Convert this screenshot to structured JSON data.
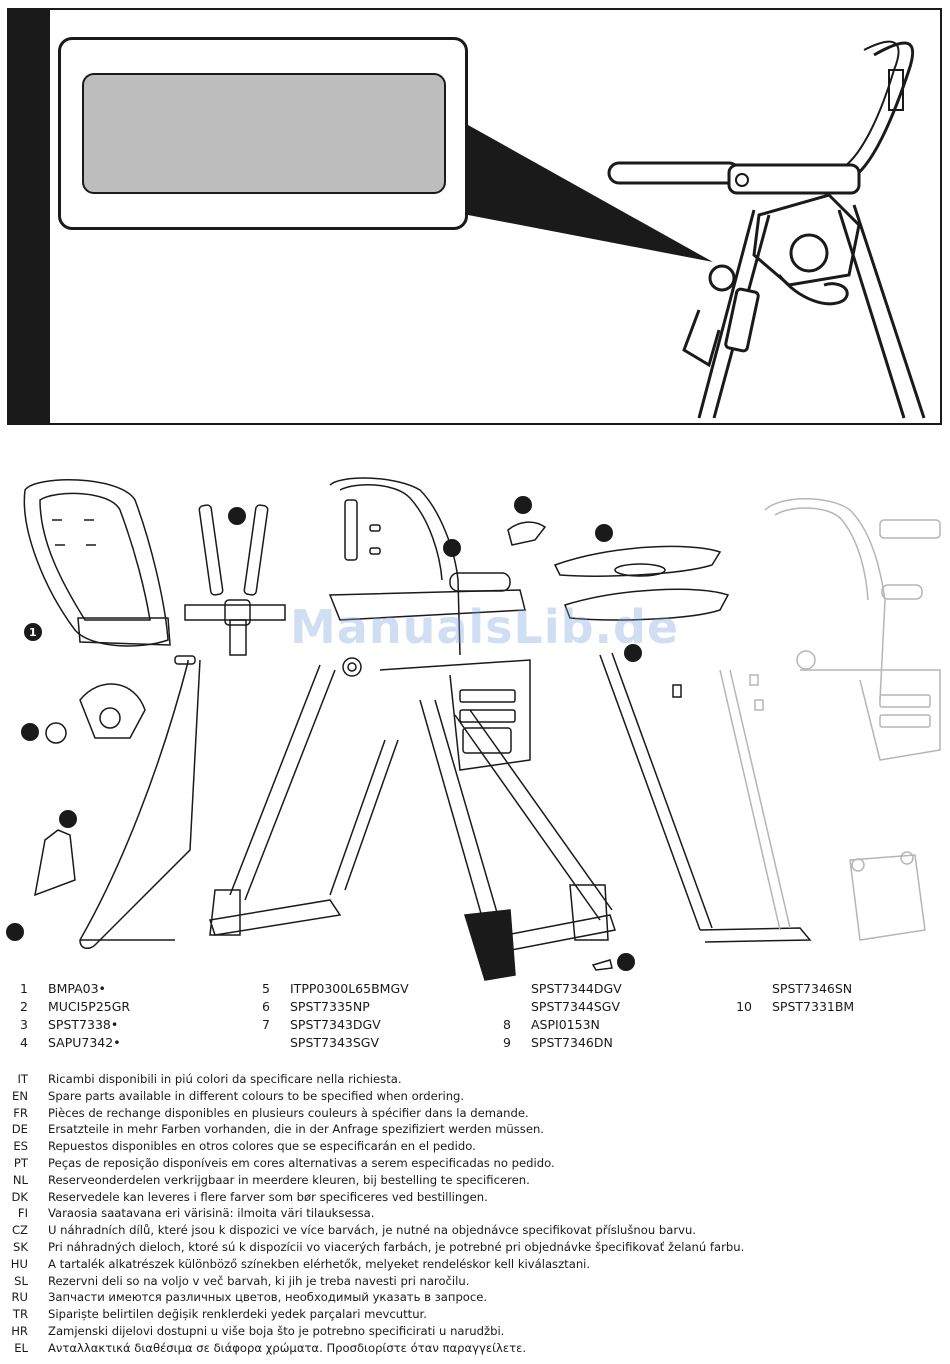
{
  "parts": [
    {
      "num": "1",
      "code": "BMPA03•"
    },
    {
      "num": "2",
      "code": "MUCI5P25GR"
    },
    {
      "num": "3",
      "code": "SPST7338•"
    },
    {
      "num": "4",
      "code": "SAPU7342•"
    },
    {
      "num": "5",
      "code": "ITPP0300L65BMGV"
    },
    {
      "num": "6",
      "code": "SPST7335NP"
    },
    {
      "num": "7",
      "code": "SPST7343DGV"
    },
    {
      "num": "",
      "code": "SPST7343SGV"
    },
    {
      "num": "",
      "code": "SPST7344DGV"
    },
    {
      "num": "",
      "code": "SPST7344SGV"
    },
    {
      "num": "8",
      "code": "ASPI0153N"
    },
    {
      "num": "9",
      "code": "SPST7346DN"
    },
    {
      "num": "",
      "code": "SPST7346SN"
    },
    {
      "num": "10",
      "code": "SPST7331BM"
    }
  ],
  "notes": [
    {
      "lang": "IT",
      "text": "Ricambi disponibili in piú colori da specificare nella richiesta."
    },
    {
      "lang": "EN",
      "text": "Spare parts available in different colours to be specified when ordering."
    },
    {
      "lang": "FR",
      "text": "Pièces de rechange disponibles en plusieurs couleurs à spécifier dans la demande."
    },
    {
      "lang": "DE",
      "text": "Ersatzteile in mehr Farben vorhanden, die in der Anfrage spezifiziert werden müssen."
    },
    {
      "lang": "ES",
      "text": "Repuestos disponibles en otros colores que se especificarán en el pedido."
    },
    {
      "lang": "PT",
      "text": "Peças de reposição disponíveis em cores alternativas a serem especificadas no pedido."
    },
    {
      "lang": "NL",
      "text": "Reserveonderdelen verkrijgbaar in meerdere kleuren, bij bestelling te specificeren."
    },
    {
      "lang": "DK",
      "text": "Reservedele kan leveres i flere farver som bør specificeres ved bestillingen."
    },
    {
      "lang": "FI",
      "text": "Varaosia saatavana eri värisinä: ilmoita väri tilauksessa."
    },
    {
      "lang": "CZ",
      "text": "U náhradních dílů, které jsou k dispozici ve více barvách, je nutné na objednávce specifikovat příslušnou barvu."
    },
    {
      "lang": "SK",
      "text": "Pri náhradných dieloch, ktoré sú k dispozícii vo viacerých farbách, je potrebné pri objednávke špecifikovať želanú farbu."
    },
    {
      "lang": "HU",
      "text": "A tartalék alkatrészek különböző színekben elérhetők, melyeket rendeléskor kell kiválasztani."
    },
    {
      "lang": "SL",
      "text": "Rezervni deli so na voljo v več barvah, ki jih je treba navesti pri naročilu."
    },
    {
      "lang": "RU",
      "text": "Запчасти имеются различных цветов, необходимый указать в запросе."
    },
    {
      "lang": "TR",
      "text": "Sipariște belirtilen değișik renklerdeki yedek parçalari mevcuttur."
    },
    {
      "lang": "HR",
      "text": "Zamjenski dijelovi dostupni u više boja što je potrebno specificirati u narudžbi."
    },
    {
      "lang": "EL",
      "text": "Ανταλλακτικά διαθέσιμα σε διάφορα χρώματα. Προσδιορίστε όταν παραγγείλετε."
    }
  ],
  "watermark": "ManualsLib.de",
  "colors": {
    "ink": "#1a1a1a",
    "label_gray": "#bdbdbd",
    "light_ink": "#b5b5b5",
    "watermark": "#78a0dc"
  }
}
